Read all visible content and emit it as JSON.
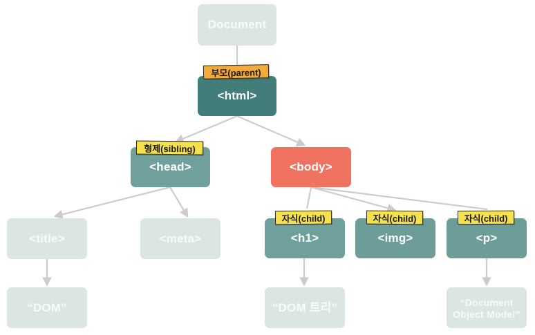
{
  "nodes": {
    "document": "Document",
    "html": "<html>",
    "head": "<head>",
    "body": "<body>",
    "title": "<title>",
    "meta": "<meta>",
    "h1": "<h1>",
    "img": "<img>",
    "p": "<p>",
    "dom_text": "“DOM”",
    "dom_tree_text": "“DOM 트리”",
    "doc_object_text": "“Document\nObject Model”"
  },
  "tags": {
    "parent": "부모(parent)",
    "sibling": "형제(sibling)",
    "child": "자식(child)"
  },
  "colors": {
    "faded": "#dae5e4",
    "html": "#437d7a",
    "element": "#70a09c",
    "body": "#f07260",
    "parent_tag": "#f2ab3a",
    "child_tag": "#f4e14b",
    "edge": "#cccccc"
  }
}
